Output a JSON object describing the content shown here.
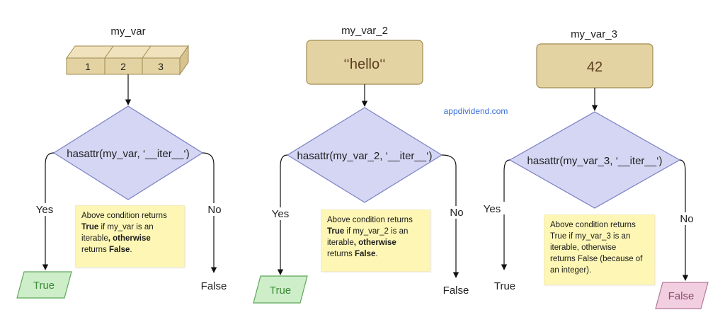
{
  "watermark": "appdividend.com",
  "colors": {
    "box_fill": "#e4d3a2",
    "box_stroke": "#a18a52",
    "diamond_fill": "#d4d6f3",
    "diamond_stroke": "#7b7fc4",
    "true_fill": "#cdeec9",
    "true_stroke": "#5fa75a",
    "false_fill": "#f1cfe0",
    "false_stroke": "#b5779a",
    "note_fill": "#fdf6b5"
  },
  "flows": [
    {
      "title": "my_var",
      "cells": [
        "1",
        "2",
        "3"
      ],
      "condition": "hasattr(my_var, ‘__iter__‘)",
      "yes_label": "Yes",
      "no_label": "No",
      "note": {
        "line1": "Above condition  returns",
        "line2_bold": "True",
        "line2_rest": " if my_var is an",
        "line3_plain": "iterable",
        "line3_bold": ", otherwise",
        "line4_plain": "returns ",
        "line4_bold": "False",
        "line4_end": "."
      },
      "true_label": "True",
      "false_label": "False"
    },
    {
      "title": "my_var_2",
      "value": "‘‘hello‘‘",
      "condition": "hasattr(my_var_2, ‘__iter__‘)",
      "yes_label": "Yes",
      "no_label": "No",
      "note": {
        "line1": "Above condition  returns",
        "line2_bold": "True",
        "line2_rest": " if my_var_2 is an",
        "line3_plain": "iterable",
        "line3_bold": ", otherwise",
        "line4_plain": "returns ",
        "line4_bold": "False",
        "line4_end": "."
      },
      "true_label": "True",
      "false_label": "False"
    },
    {
      "title": "my_var_3",
      "value": "42",
      "condition": "hasattr(my_var_3, ‘__iter__‘)",
      "yes_label": "Yes",
      "no_label": "No",
      "note": {
        "line1": "Above condition  returns",
        "line2": "True if my_var_3 is an",
        "line3": "iterable, otherwise",
        "line4": "returns False (because of",
        "line5": "an integer)."
      },
      "true_label": "True",
      "false_label": "False"
    }
  ]
}
